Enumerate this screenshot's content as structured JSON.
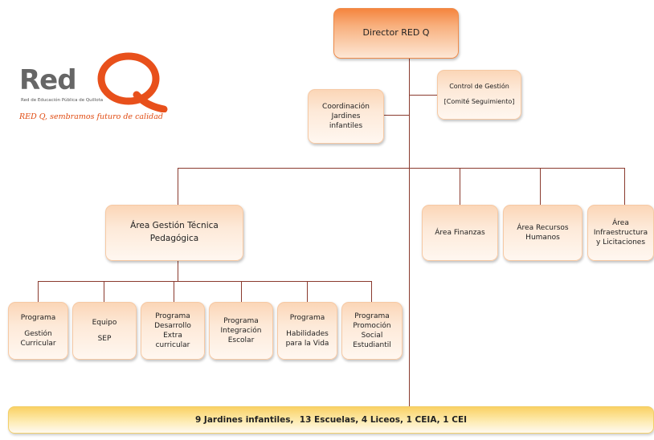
{
  "logo": {
    "word": "Red",
    "subtitle": "Red de Educación Pública de Quillota",
    "slogan": "RED Q, sembramos futuro de calidad",
    "accent": "#e8501b",
    "icon": "q-swoosh-icon"
  },
  "director": {
    "label": "Director RED Q"
  },
  "control": {
    "line1": "Control de Gestión",
    "line2": "[Comité Seguimiento]"
  },
  "coordinacion": {
    "line1": "Coordinación",
    "line2": "Jardines",
    "line3": "infantiles"
  },
  "areas": {
    "gestion": {
      "line1": "Área Gestión Técnica",
      "line2": "Pedagógica"
    },
    "finanzas": {
      "line1": "Área Finanzas"
    },
    "rrhh": {
      "line1": "Área Recursos",
      "line2": "Humanos"
    },
    "infra": {
      "line1": "Área",
      "line2": "Infraestructura",
      "line3": "y Licitaciones"
    }
  },
  "programs": {
    "curricular": {
      "line1": "Programa",
      "line2": "Gestión",
      "line3": "Curricular"
    },
    "sep": {
      "line1": "Equipo",
      "line2": "SEP"
    },
    "extra": {
      "line1": "Programa",
      "line2": "Desarrollo",
      "line3": "Extra",
      "line4": "curricular"
    },
    "integracion": {
      "line1": "Programa",
      "line2": "Integración",
      "line3": "Escolar"
    },
    "habilidades": {
      "line1": "Programa",
      "line2": "Habilidades",
      "line3": "para la Vida"
    },
    "promocion": {
      "line1": "Programa",
      "line2": "Promoción",
      "line3": "Social",
      "line4": "Estudiantil"
    }
  },
  "footer": {
    "label": "9 Jardines infantiles,  13 Escuelas, 4 Liceos, 1 CEIA, 1 CEI"
  },
  "colors": {
    "connector": "#8a3a2e",
    "box_fill": "#fde9d8",
    "director_fill": "#f5853f",
    "footer_fill": "#fad164"
  }
}
